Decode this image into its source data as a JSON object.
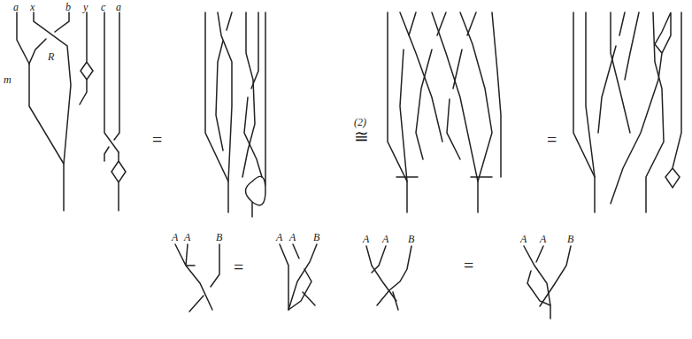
{
  "diagram": {
    "labels": [
      "a",
      "x",
      "b",
      "y",
      "c",
      "a",
      "R",
      "m",
      "=",
      "(2)",
      "≅",
      "=",
      "A",
      "A",
      "B",
      "=",
      "A",
      "A",
      "B",
      "A",
      "A",
      "B",
      "=",
      "A",
      "A",
      "B"
    ]
  }
}
